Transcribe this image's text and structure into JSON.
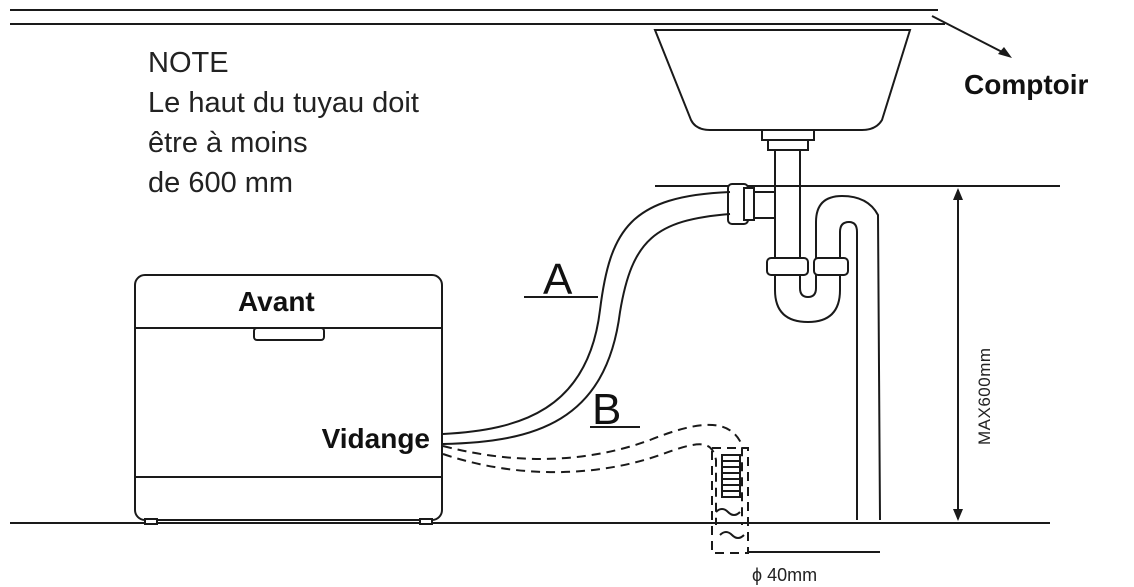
{
  "note": {
    "title": "NOTE",
    "lines": [
      "Le haut du tuyau doit",
      "être à moins",
      "de 600 mm"
    ]
  },
  "labels": {
    "countertop": "Comptoir",
    "front": "Avant",
    "drain": "Vidange",
    "hose_a": "A",
    "hose_b": "B",
    "max_height": "MAX600mm",
    "diameter": "ϕ 40mm"
  }
}
